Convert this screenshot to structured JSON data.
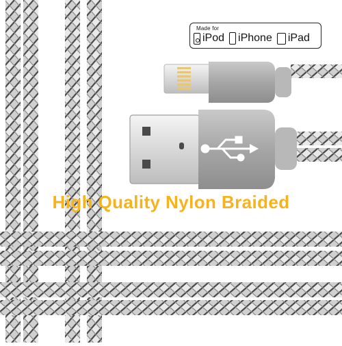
{
  "badge": {
    "made_for": "Made for",
    "ipod": "iPod",
    "iphone": "iPhone",
    "ipad": "iPad"
  },
  "tagline": "High Quality Nylon Braided",
  "colors": {
    "tagline": "#f6b31c",
    "braid_light": "#eeeeee",
    "braid_dark": "#555555",
    "connector": "#a9a9a9"
  }
}
